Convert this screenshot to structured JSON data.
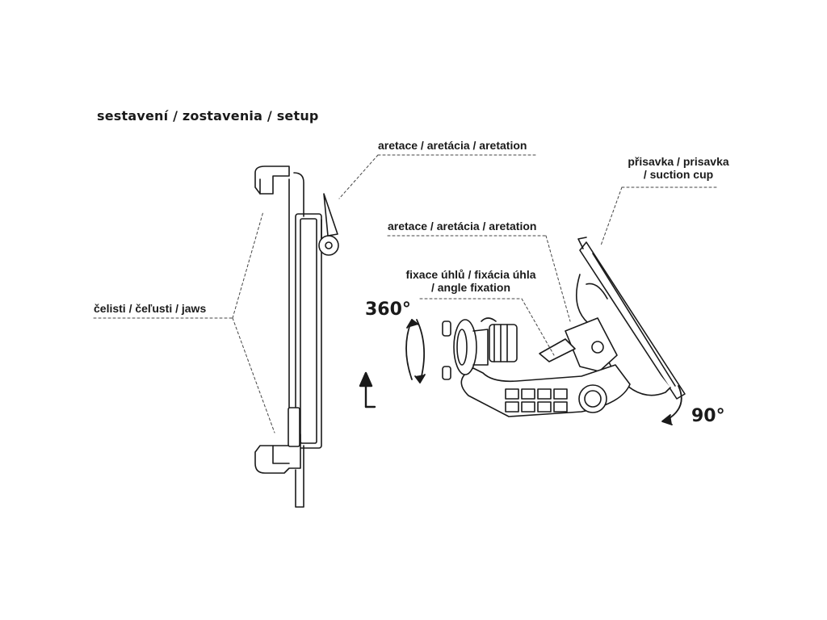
{
  "title": "sestavení / zostavenia / setup",
  "labels": {
    "aretation_left": "aretace / aretácia / aretation",
    "suction_cup_line1": "přisavka / prisavka",
    "suction_cup_line2": "/ suction cup",
    "aretation_right": "aretace / aretácia / aretation",
    "angle_fixation_line1": "fixace úhlů / fixácia úhla",
    "angle_fixation_line2": "/ angle fixation",
    "jaws": "čelisti / čeľusti / jaws"
  },
  "rotation": {
    "swivel": "360°",
    "tilt": "90°"
  },
  "icons": [
    "rotate-arrow-icon",
    "up-arrow-l-icon",
    "tilt-arrow-icon"
  ]
}
